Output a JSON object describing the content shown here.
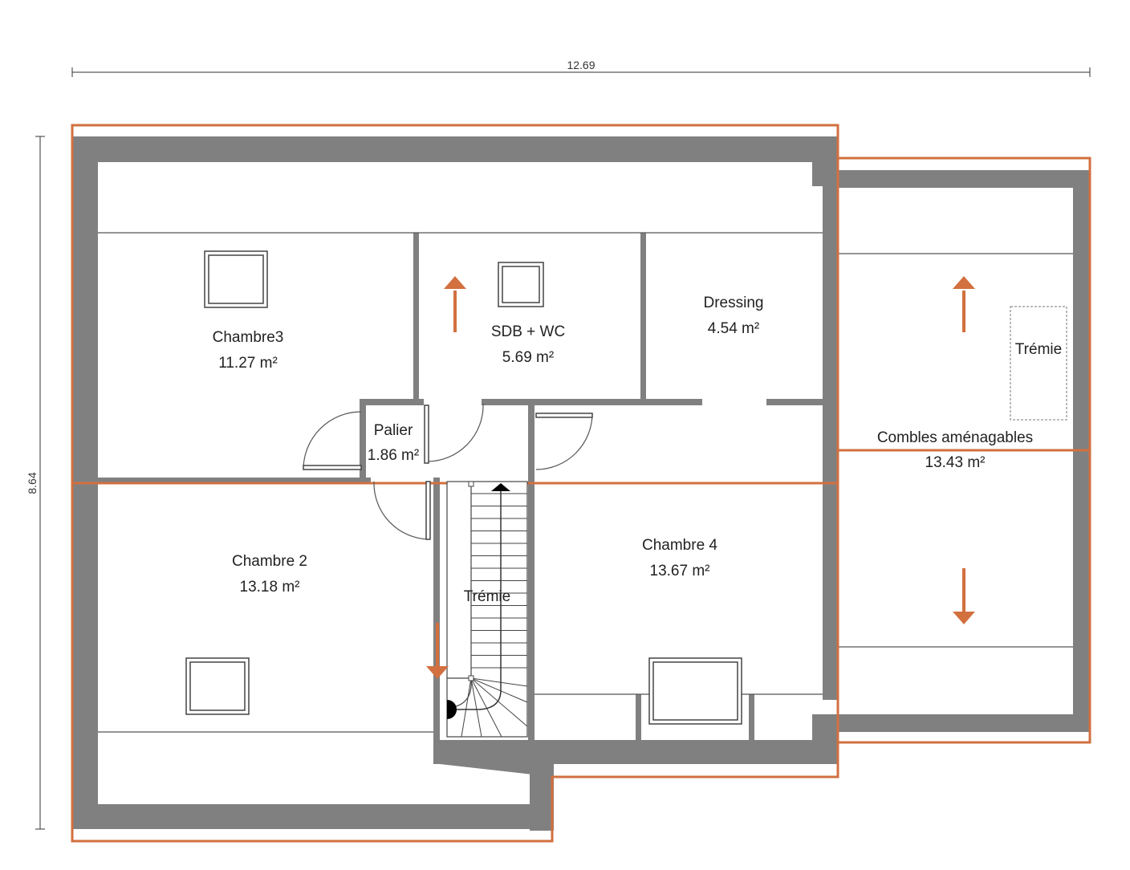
{
  "dimensions": {
    "width_label": "12.69",
    "height_label": "8.64"
  },
  "rooms": [
    {
      "id": "chambre3",
      "name": "Chambre3",
      "area": "11.27 m²"
    },
    {
      "id": "sdb",
      "name": "SDB + WC",
      "area": "5.69 m²"
    },
    {
      "id": "dressing",
      "name": "Dressing",
      "area": "4.54 m²"
    },
    {
      "id": "palier",
      "name": "Palier",
      "area": "1.86 m²"
    },
    {
      "id": "combles",
      "name": "Combles aménagables",
      "area": "13.43 m²"
    },
    {
      "id": "chambre2",
      "name": "Chambre 2",
      "area": "13.18 m²"
    },
    {
      "id": "chambre4",
      "name": "Chambre 4",
      "area": "13.67 m²"
    }
  ],
  "tremie_labels": [
    "Trémie",
    "Trémie"
  ],
  "colors": {
    "wall": "#808080",
    "outline": "#d2703f",
    "background": "#ffffff"
  }
}
